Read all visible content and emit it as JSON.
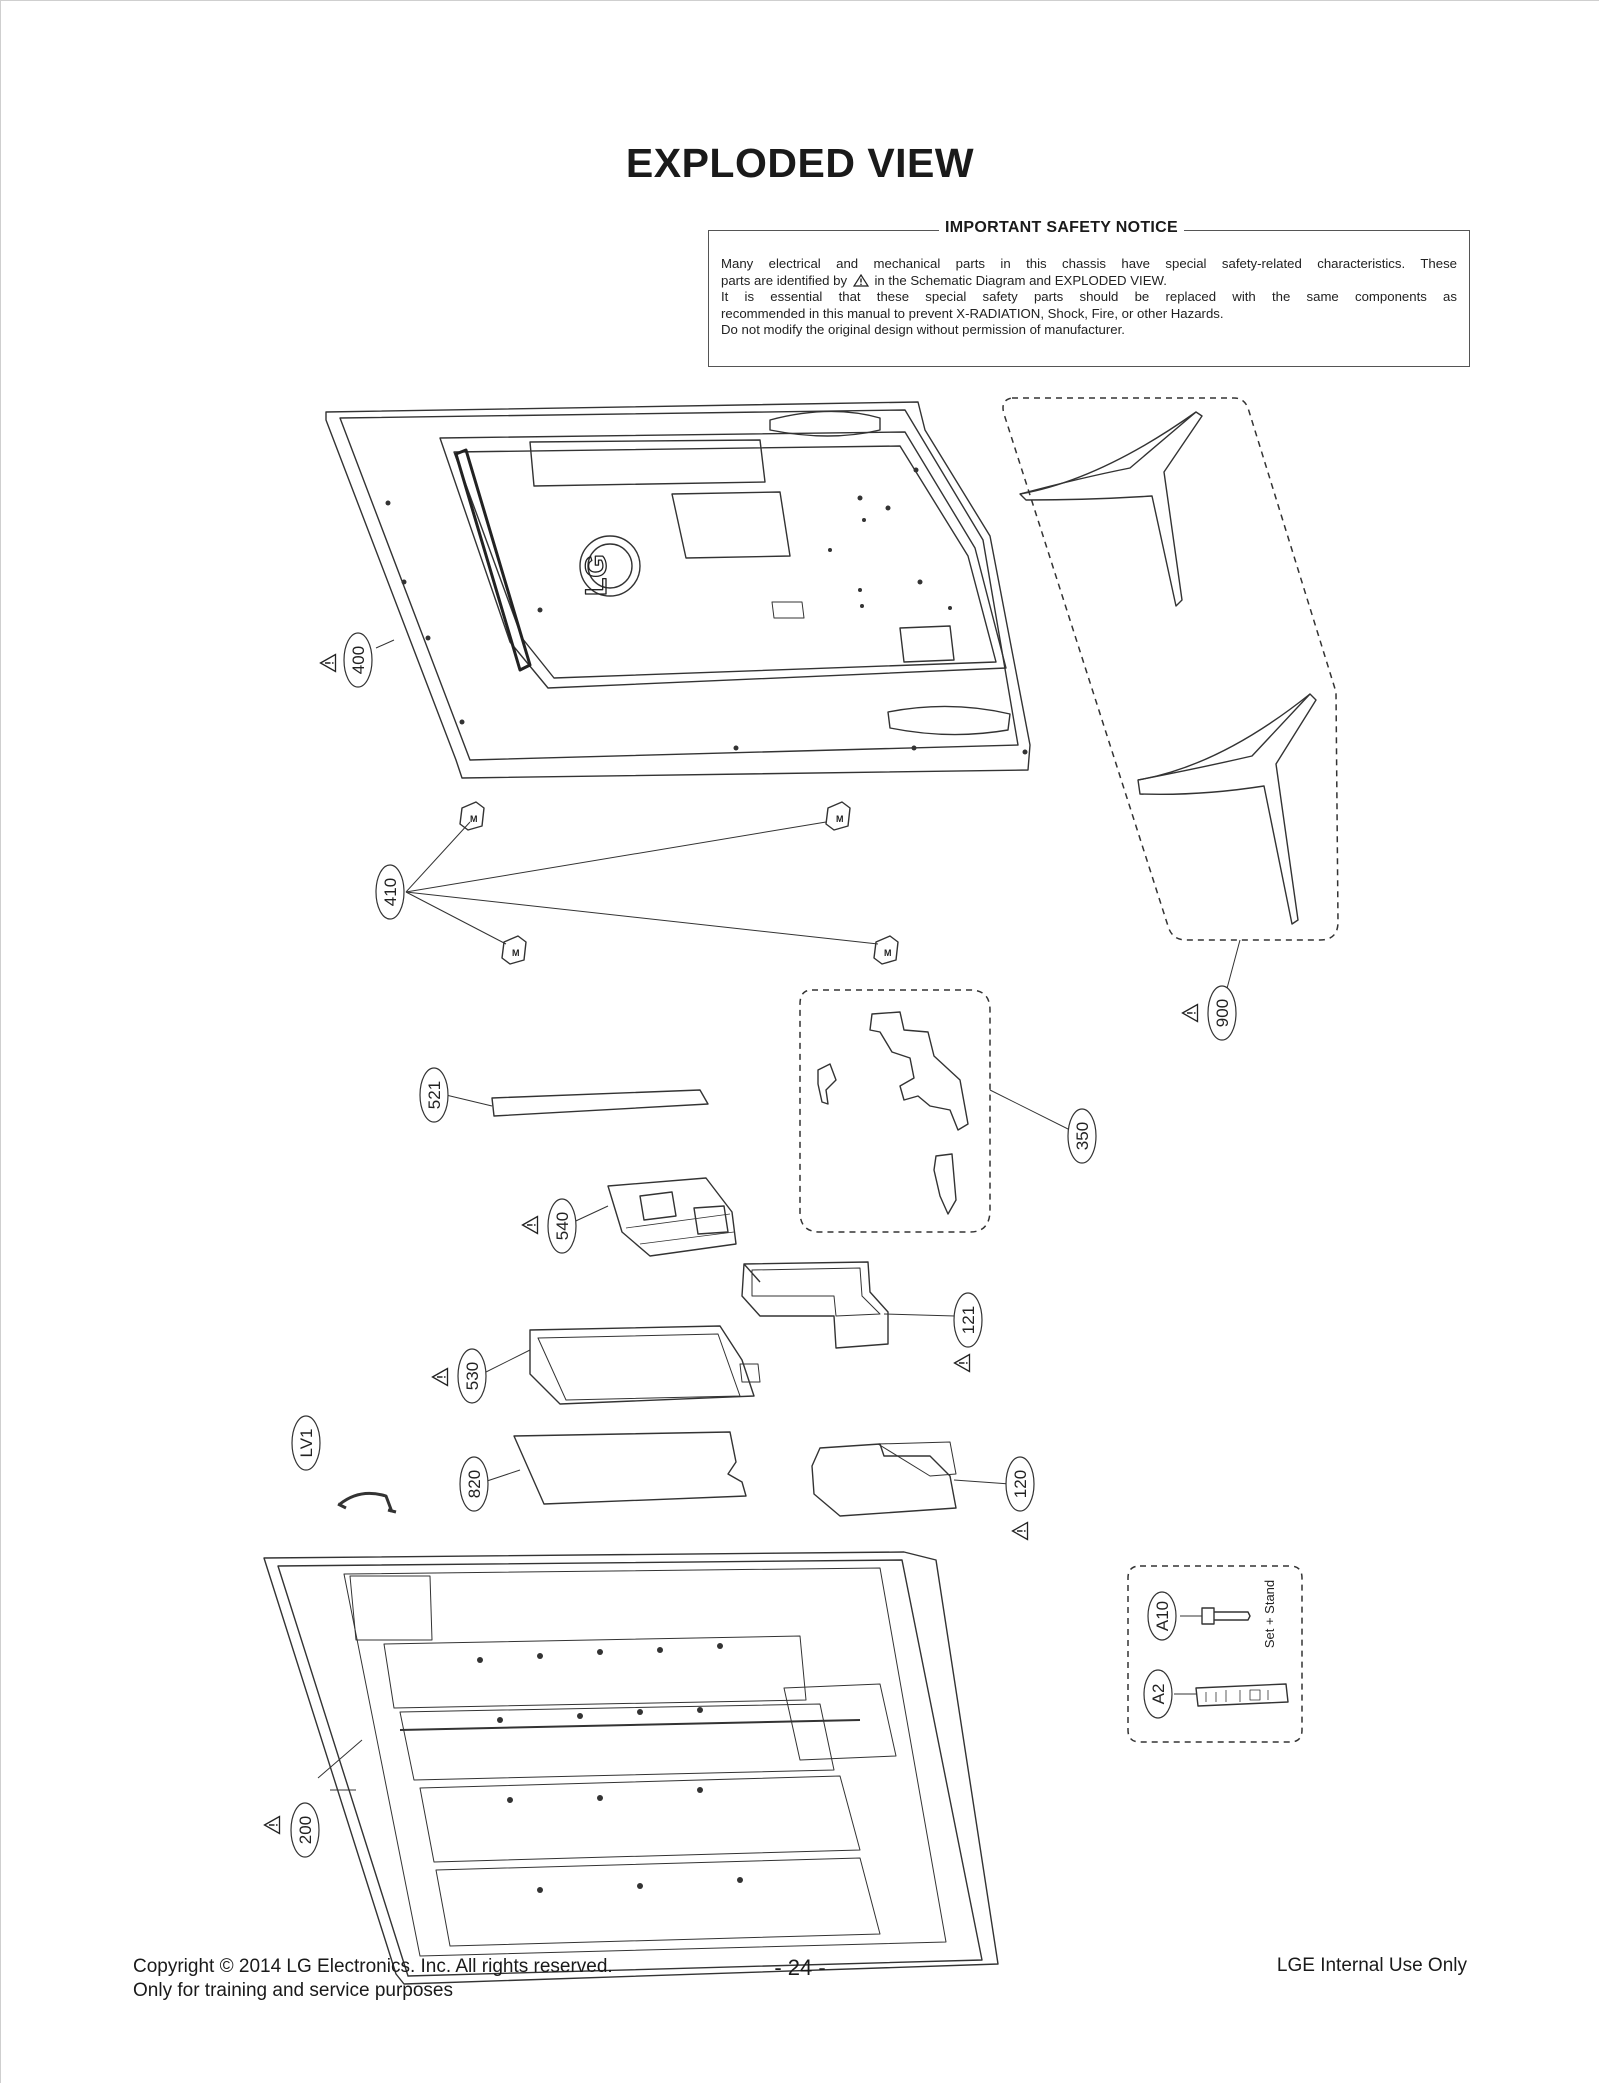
{
  "title": "EXPLODED VIEW",
  "notice": {
    "heading": "IMPORTANT SAFETY NOTICE",
    "line1": "Many electrical and mechanical parts in this chassis have special safety-related characteristics. These",
    "line2_a": "parts are identified by",
    "line2_b": "in the Schematic Diagram and EXPLODED VIEW.",
    "line3": "It is essential that these special safety parts should be replaced with the same components as",
    "line4": "recommended in this manual to prevent X-RADIATION, Shock, Fire, or other Hazards.",
    "line5": "Do not modify the original design without permission of manufacturer."
  },
  "diagram": {
    "logo_text": "LG",
    "mount_mark": "M",
    "accessory_caption": "Set + Stand",
    "part_labels": {
      "p400": "400",
      "p410": "410",
      "p900": "900",
      "p521": "521",
      "p350": "350",
      "p540": "540",
      "p121": "121",
      "p530": "530",
      "plv1": "LV1",
      "p820": "820",
      "p120": "120",
      "p200": "200",
      "pa10": "A10",
      "pa2": "A2"
    },
    "safety_marked_parts": [
      "400",
      "900",
      "540",
      "121",
      "530",
      "120",
      "200"
    ]
  },
  "footer": {
    "copyright": "Copyright  © 2014 LG Electronics. Inc. All rights reserved.",
    "purpose": "Only for training and service purposes",
    "page_number": "- 24 -",
    "internal": "LGE Internal Use Only"
  }
}
